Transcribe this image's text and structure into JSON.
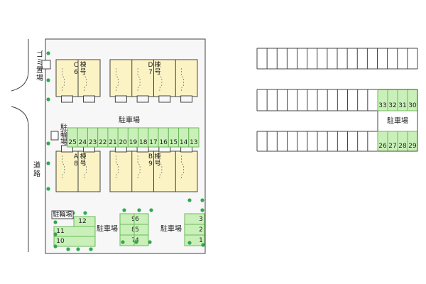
{
  "colors": {
    "lot": "#f7f7f7",
    "building": "#fbf3c4",
    "parking_green": "#c9f0b8",
    "parking_border": "#6db85c",
    "tree": "#2fa84f",
    "line": "#444444"
  },
  "labels": {
    "road": "道路",
    "garbage": "ゴミ置場",
    "bike_top": "駐輪場",
    "bike_bottom": "駐輪場",
    "parking_center": "駐車場",
    "parking_bottom_center": "駐車場",
    "parking_bottom_right": "駐車場",
    "parking_right": "駐車場"
  },
  "buildings": [
    {
      "id": "c",
      "letter": "C",
      "kanji1": "棟",
      "num": "6",
      "kanji2": "号"
    },
    {
      "id": "d",
      "letter": "D",
      "kanji1": "棟",
      "num": "7",
      "kanji2": "号"
    },
    {
      "id": "a",
      "letter": "A",
      "kanji1": "棟",
      "num": "8",
      "kanji2": "号"
    },
    {
      "id": "b",
      "letter": "B",
      "kanji1": "棟",
      "num": "9",
      "kanji2": "号"
    }
  ],
  "spaces": {
    "row_center": [
      "25",
      "24",
      "23",
      "22",
      "21",
      "20",
      "19",
      "18",
      "17",
      "16",
      "15",
      "14",
      "13"
    ],
    "bottom_left": [
      "12",
      "11",
      "10"
    ],
    "bottom_center_left": [
      "9",
      "8",
      "7"
    ],
    "bottom_center_right": [
      "6",
      "5",
      "4"
    ],
    "bottom_right": [
      "3",
      "2",
      "1"
    ],
    "right_top": [
      "33",
      "32",
      "31",
      "30"
    ],
    "right_bottom": [
      "26",
      "27",
      "28",
      "29"
    ]
  }
}
